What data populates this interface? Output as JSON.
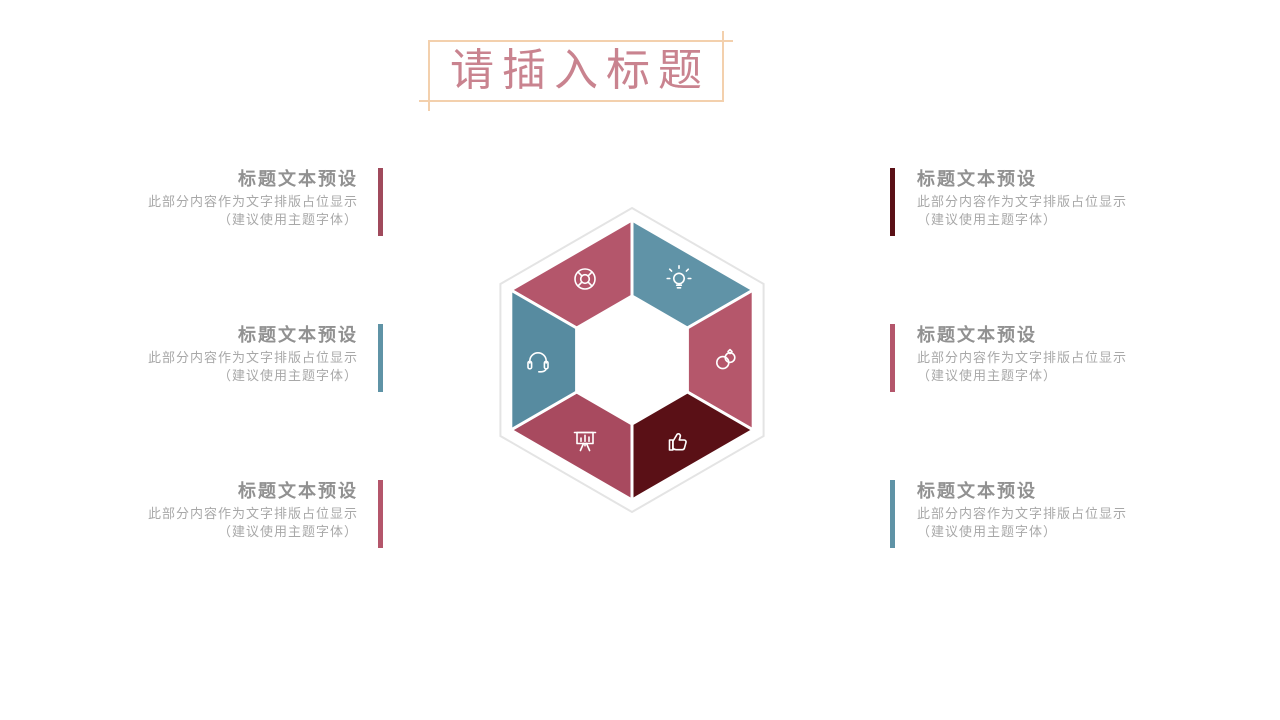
{
  "slide": {
    "title": "请插入标题",
    "title_color": "#c9838f",
    "frame_color": "#f3d0ad"
  },
  "blocks": {
    "left": [
      {
        "title": "标题文本预设",
        "line1": "此部分内容作为文字排版占位显示",
        "line2": "（建议使用主题字体）",
        "bar_color": "#a04a5c"
      },
      {
        "title": "标题文本预设",
        "line1": "此部分内容作为文字排版占位显示",
        "line2": "（建议使用主题字体）",
        "bar_color": "#5f93a6"
      },
      {
        "title": "标题文本预设",
        "line1": "此部分内容作为文字排版占位显示",
        "line2": "（建议使用主题字体）",
        "bar_color": "#b4566b"
      }
    ],
    "right": [
      {
        "title": "标题文本预设",
        "line1": "此部分内容作为文字排版占位显示",
        "line2": "（建议使用主题字体）",
        "bar_color": "#5a1016"
      },
      {
        "title": "标题文本预设",
        "line1": "此部分内容作为文字排版占位显示",
        "line2": "（建议使用主题字体）",
        "bar_color": "#b4566b"
      },
      {
        "title": "标题文本预设",
        "line1": "此部分内容作为文字排版占位显示",
        "line2": "（建议使用主题字体）",
        "bar_color": "#5f93a6"
      }
    ]
  },
  "diagram": {
    "outline_color": "#e4e4e4",
    "segments": [
      {
        "position": "top-left",
        "color": "#b4566b",
        "icon": "lifebuoy-icon"
      },
      {
        "position": "top-right",
        "color": "#6093a7",
        "icon": "lightbulb-icon"
      },
      {
        "position": "right",
        "color": "#b5576b",
        "icon": "rings-icon"
      },
      {
        "position": "bottom-right",
        "color": "#5a1016",
        "icon": "thumbs-up-icon"
      },
      {
        "position": "bottom-left",
        "color": "#a84a5f",
        "icon": "presentation-chart-icon"
      },
      {
        "position": "left",
        "color": "#578ba0",
        "icon": "headphones-icon"
      }
    ]
  }
}
